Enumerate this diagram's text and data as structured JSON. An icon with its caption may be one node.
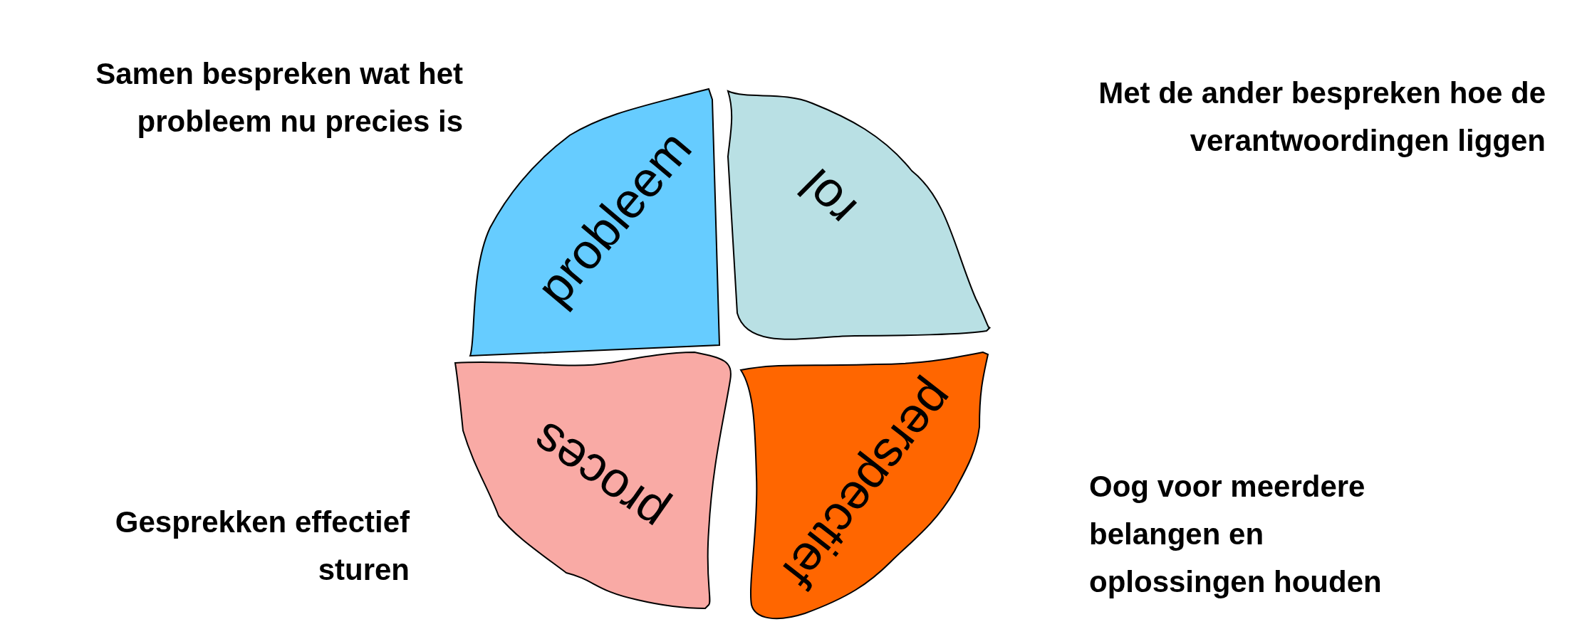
{
  "diagram": {
    "nodes": [
      {
        "text": [
          "probleem"
        ]
      },
      {
        "text": [
          "rol"
        ]
      },
      {
        "text": [
          "proces"
        ]
      },
      {
        "text": [
          "perspectief"
        ]
      }
    ],
    "labels": [
      "Samen bespreken wat het probleem nu precies is",
      "Met de ander bespreken hoe de verantwoordingen liggen",
      "Gesprekken effectief sturen",
      "Oog voor meerdere belangen en oplossingen houden"
    ]
  }
}
